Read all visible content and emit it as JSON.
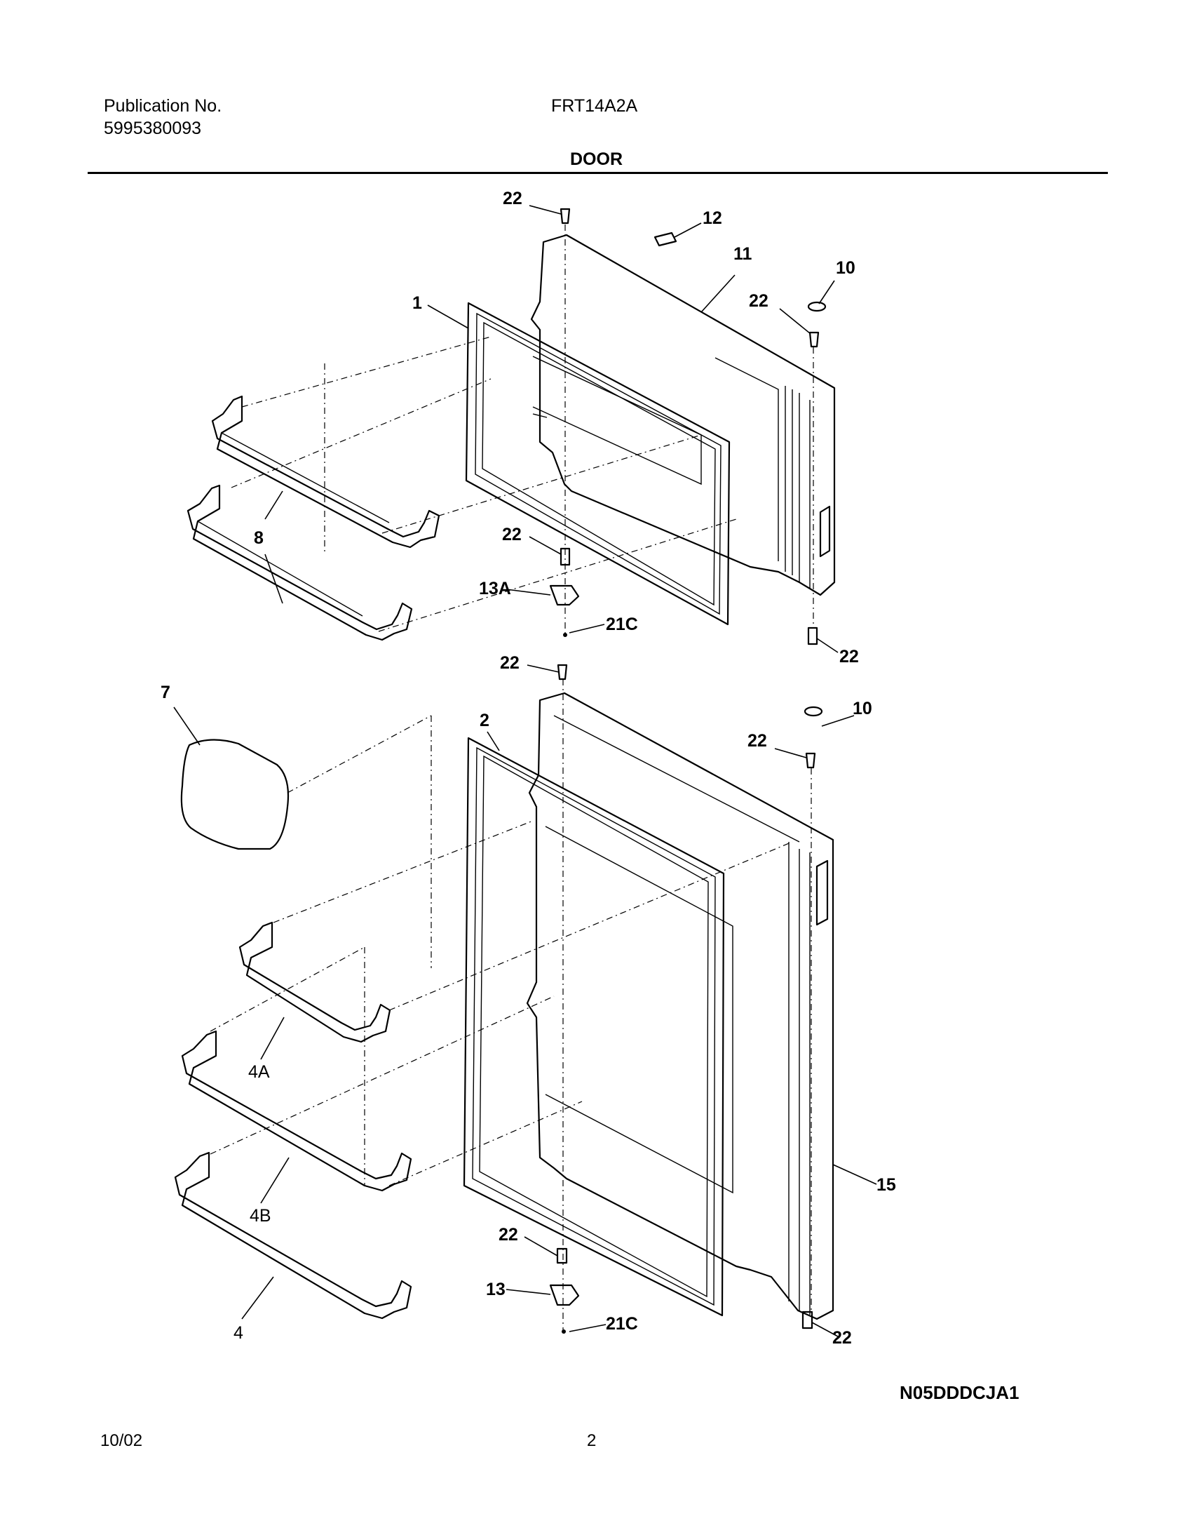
{
  "header": {
    "publication_label": "Publication No.",
    "publication_number": "5995380093",
    "model": "FRT14A2A",
    "section_title": "DOOR"
  },
  "footer": {
    "diagram_code": "N05DDDCJA1",
    "date": "10/02",
    "page_number": "2"
  },
  "callouts": {
    "c22_a": "22",
    "c12": "12",
    "c11": "11",
    "c10_a": "10",
    "c22_b": "22",
    "c1": "1",
    "c8": "8",
    "c22_c": "22",
    "c13a": "13A",
    "c21c_a": "21C",
    "c22_d": "22",
    "c22_e": "22",
    "c7": "7",
    "c2": "2",
    "c10_b": "10",
    "c22_f": "22",
    "c4a": "4A",
    "c4b": "4B",
    "c15": "15",
    "c22_g": "22",
    "c13": "13",
    "c21c_b": "21C",
    "c4": "4",
    "c22_h": "22"
  }
}
